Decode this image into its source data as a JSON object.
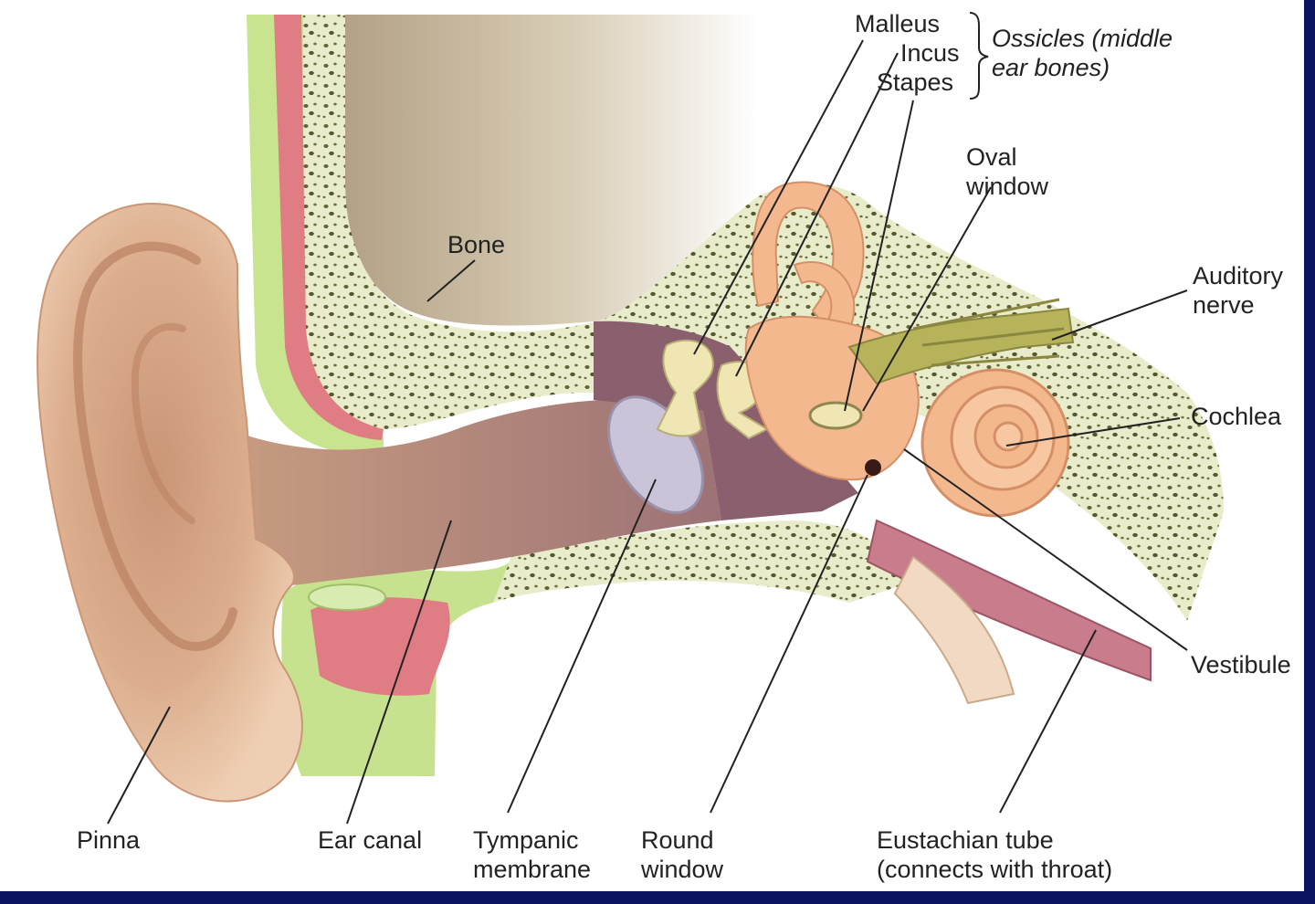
{
  "labels": {
    "malleus": "Malleus",
    "incus": "Incus",
    "stapes": "Stapes",
    "ossicles_line1": "Ossicles (middle",
    "ossicles_line2": "ear bones)",
    "oval_window_line1": "Oval",
    "oval_window_line2": "window",
    "bone": "Bone",
    "auditory_nerve_line1": "Auditory",
    "auditory_nerve_line2": "nerve",
    "cochlea": "Cochlea",
    "vestibule": "Vestibule",
    "pinna": "Pinna",
    "ear_canal": "Ear canal",
    "tympanic_line1": "Tympanic",
    "tympanic_line2": "membrane",
    "round_window_line1": "Round",
    "round_window_line2": "window",
    "eustachian_line1": "Eustachian tube",
    "eustachian_line2": "(connects with throat)"
  },
  "colors": {
    "skin": "#e8b896",
    "skin_dark": "#c58f6c",
    "bone": "#eef1d2",
    "bone_dots": "#6b6b3a",
    "cartilage_green": "#c7e28f",
    "muscle_pink": "#e0707a",
    "canal": "#b88c7e",
    "inner_ear": "#f4b88e",
    "nerve": "#b7b35a",
    "ossicle": "#efe6b4",
    "eardrum": "#c9c3d6",
    "brain_tan": "#b3a185",
    "frame": "#0b1460",
    "leader": "#222222"
  }
}
